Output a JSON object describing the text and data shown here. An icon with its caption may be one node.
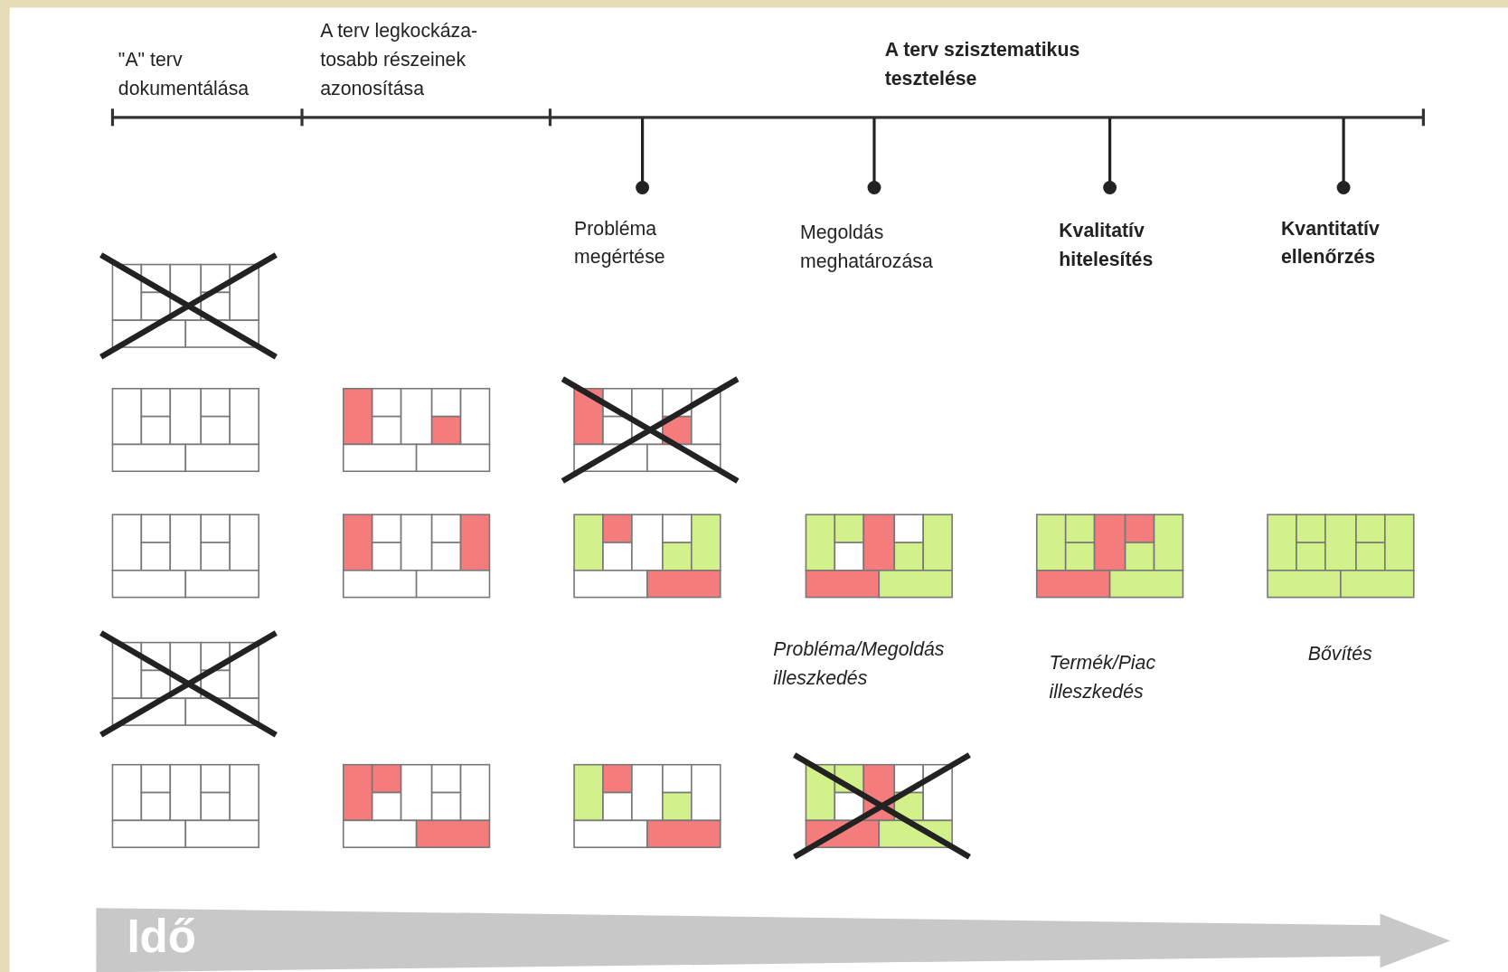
{
  "diagram": {
    "labels": [
      "\"A\" terv dokumentálása",
      "A terv legkockáza-tosabb részeinek azonosítása",
      "A terv szisztematikus tesztelése",
      "Probléma megértése",
      "Megoldás meghatározása",
      "Kvalitatív hitelesítés",
      "Kvantitatív ellenőrzés",
      "Probléma/Megoldás illeszkedés",
      "Termék/Piac illeszkedés",
      "Bővítés",
      "Idő"
    ]
  }
}
